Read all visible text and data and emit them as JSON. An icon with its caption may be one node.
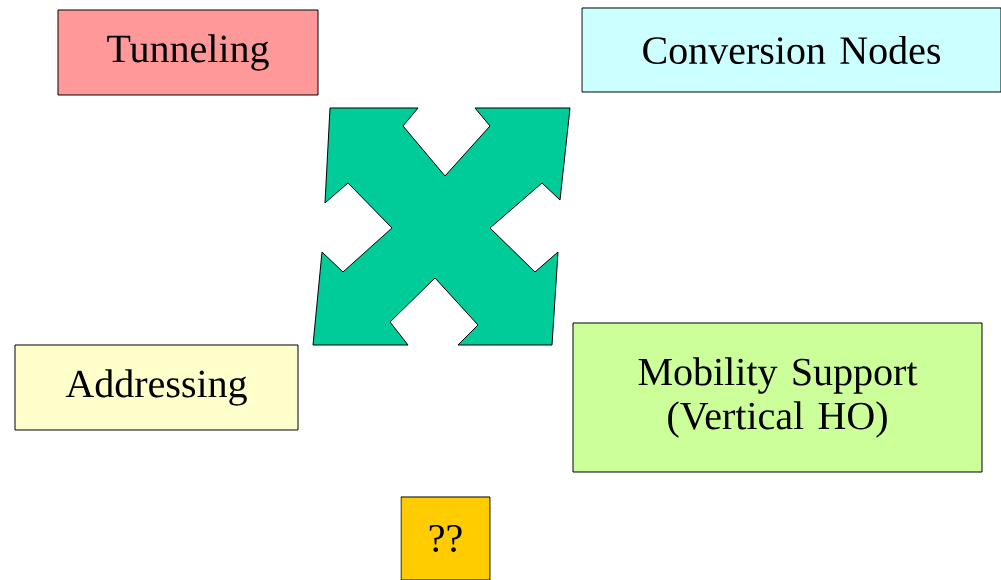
{
  "diagram": {
    "nodes": [
      {
        "text": [
          "Tunneling"
        ]
      },
      {
        "text": [
          "Conversion Nodes"
        ]
      },
      {
        "text": [
          "Addressing"
        ]
      },
      {
        "text": [
          "Mobility Support (Vertical HO)"
        ]
      },
      {
        "text": [
          "??"
        ]
      }
    ]
  }
}
